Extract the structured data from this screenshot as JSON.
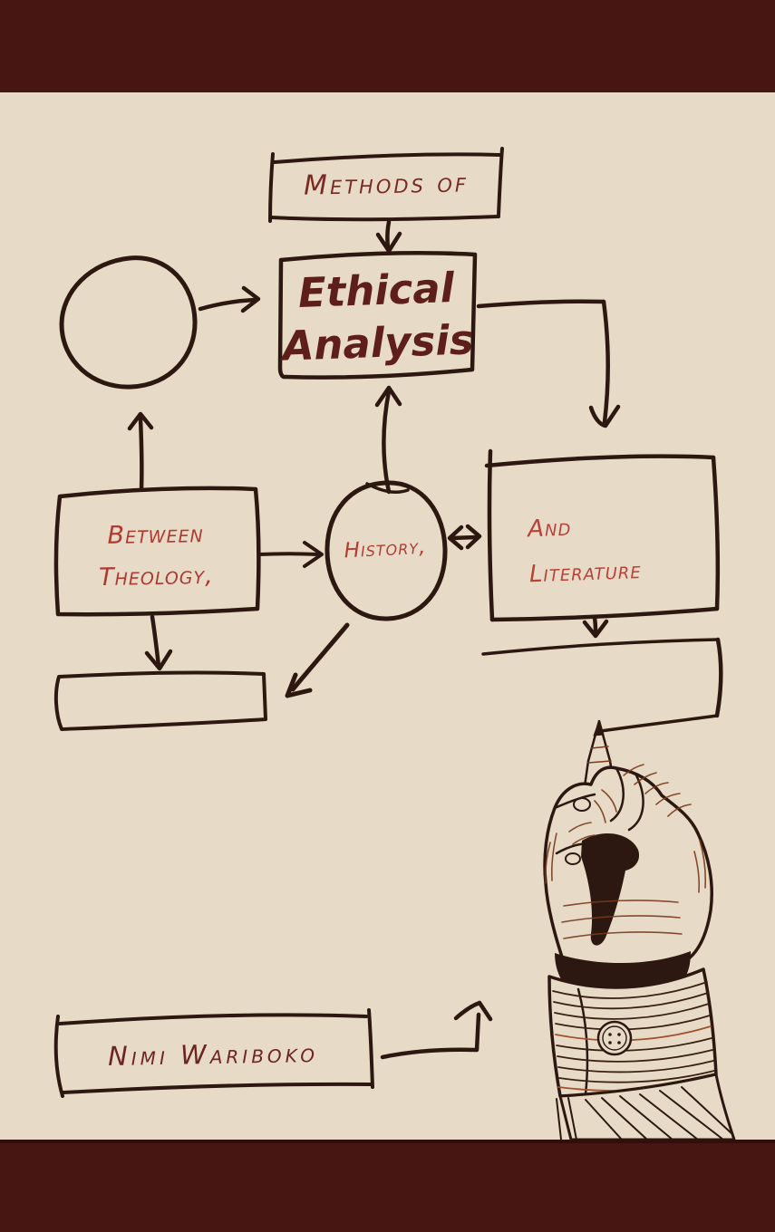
{
  "colors": {
    "bar": "#471613",
    "background": "#e7dbc7",
    "ink": "#2c1810",
    "red_bright": "#b13b32",
    "red_dark": "#6e2420",
    "hatch": "#7a3a1c"
  },
  "flowchart": {
    "methods_box": {
      "label": "Methods of"
    },
    "ethical_box": {
      "line1": "Ethical",
      "line2": "Analysis"
    },
    "between_box": {
      "line1": "Between",
      "line2": "Theology,"
    },
    "history_oval": {
      "label": "History,"
    },
    "literature_box": {
      "line1": "And",
      "line2": "Literature"
    },
    "start_circle": {
      "label": ""
    },
    "result_box": {
      "label": ""
    },
    "drawn_box": {
      "label": ""
    }
  },
  "author_box": {
    "name": "Nimi Wariboko"
  },
  "illustration": {
    "name": "hand-drawing-with-pencil"
  }
}
